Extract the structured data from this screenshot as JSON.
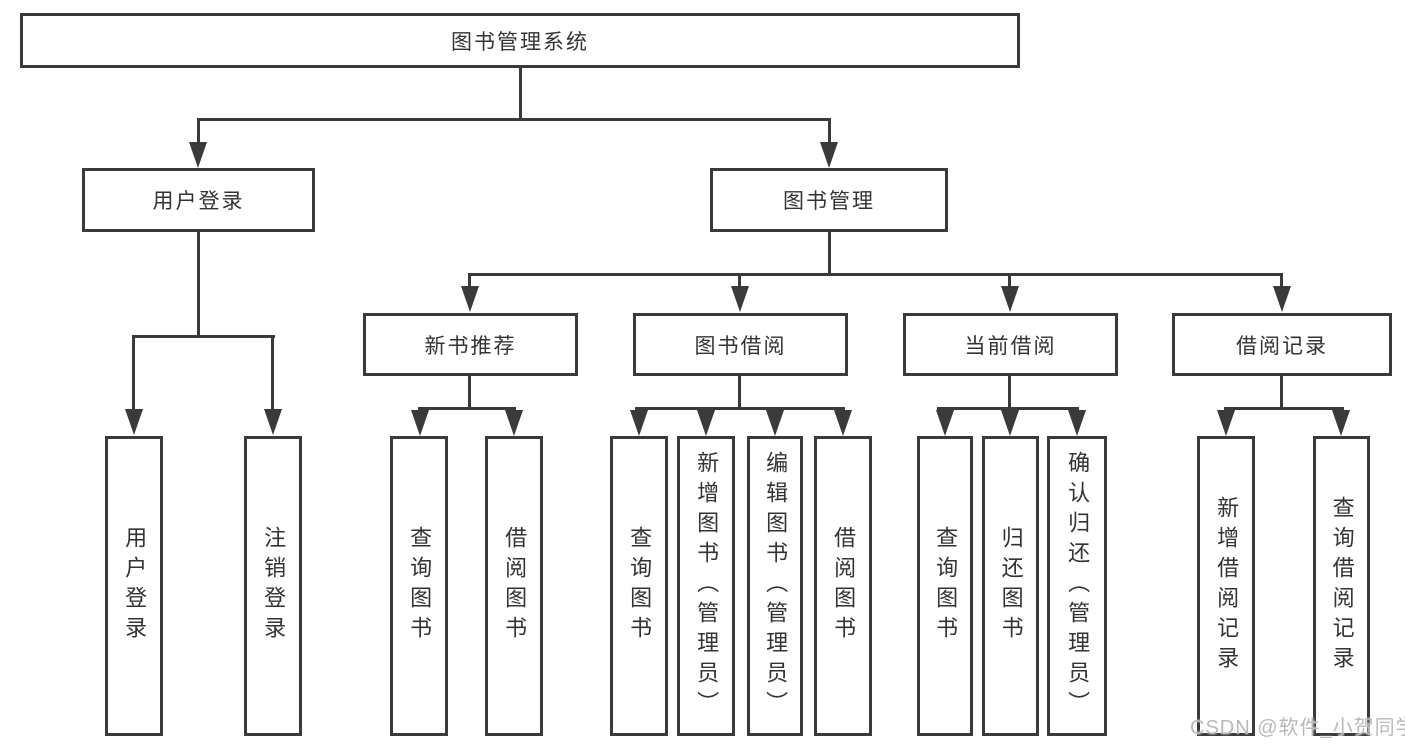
{
  "colors": {
    "line": "#3a3a3a",
    "text": "#333333",
    "box_background": "#ffffff",
    "page_background": "#ffffff",
    "watermark": "#b9b9b9"
  },
  "watermark": {
    "text": "CSDN @软件_小贺同学"
  },
  "diagram": {
    "type": "hierarchy-tree",
    "root": {
      "label": "图书管理系统",
      "children": [
        {
          "label": "用户登录",
          "children": [
            {
              "label": "用户登录"
            },
            {
              "label": "注销登录"
            }
          ]
        },
        {
          "label": "图书管理",
          "children": [
            {
              "label": "新书推荐",
              "children": [
                {
                  "label": "查询图书"
                },
                {
                  "label": "借阅图书"
                }
              ]
            },
            {
              "label": "图书借阅",
              "children": [
                {
                  "label": "查询图书"
                },
                {
                  "label": "新增图书（管理员）"
                },
                {
                  "label": "编辑图书（管理员）"
                },
                {
                  "label": "借阅图书"
                }
              ]
            },
            {
              "label": "当前借阅",
              "children": [
                {
                  "label": "查询图书"
                },
                {
                  "label": "归还图书"
                },
                {
                  "label": "确认归还（管理员）"
                }
              ]
            },
            {
              "label": "借阅记录",
              "children": [
                {
                  "label": "新增借阅记录"
                },
                {
                  "label": "查询借阅记录"
                }
              ]
            }
          ]
        }
      ]
    }
  }
}
